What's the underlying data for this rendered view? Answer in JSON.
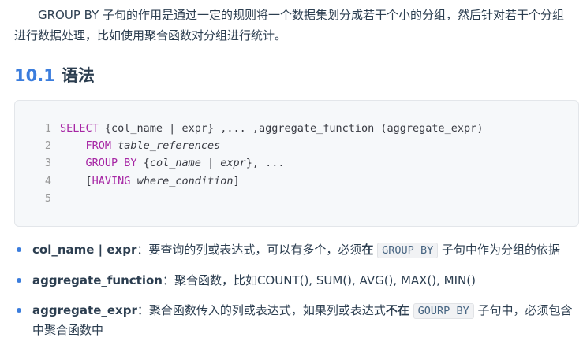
{
  "intro": "GROUP BY 子句的作用是通过一定的规则将一个数据集划分成若干个小的分组，然后针对若干个分组进行数据处理，比如使用聚合函数对分组进行统计。",
  "heading": {
    "number": "10.1",
    "title": "语法"
  },
  "code": {
    "line_numbers": [
      "1",
      "2",
      "3",
      "4",
      "5"
    ],
    "l1_kw": "SELECT",
    "l1_rest": " {col_name | expr} ,... ,aggregate_function (aggregate_expr)",
    "l2_kw": "FROM",
    "l2_it": "table_references",
    "l3_kw": "GROUP BY",
    "l3_open": " {",
    "l3_it1": "col_name",
    "l3_sep": " | ",
    "l3_it2": "expr",
    "l3_close": "}, ...",
    "l4_open": "[",
    "l4_kw": "HAVING",
    "l4_it": "where_condition",
    "l4_close": "]"
  },
  "bullets": [
    {
      "term": "col_name | expr",
      "text1": "：要查询的列或表达式，可以有多个，必须",
      "strong": "在",
      "code": "GROUP BY",
      "text2": " 子句中作为分组的依据"
    },
    {
      "term": "aggregate_function",
      "text1": "：聚合函数，比如COUNT(), SUM(), AVG(), MAX(), MIN()"
    },
    {
      "term": "aggregate_expr",
      "text1": "：聚合函数传入的列或表达式，如果列或表达式",
      "strong": "不在",
      "code": "GOURP BY",
      "text2": " 子句中，必须包含中聚合函数中"
    }
  ]
}
